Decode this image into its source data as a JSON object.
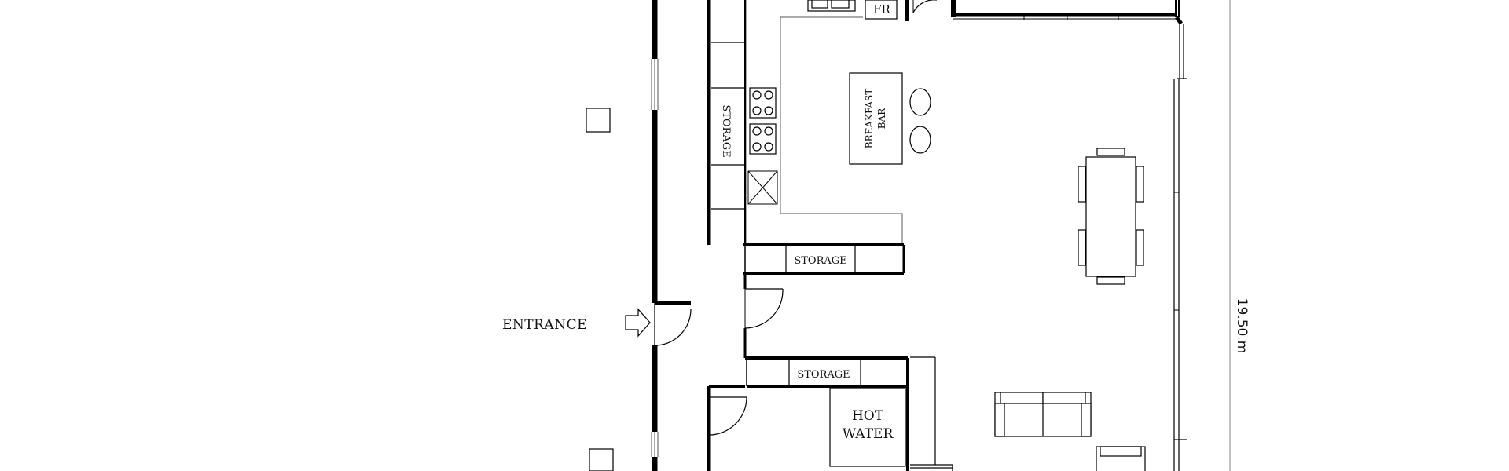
{
  "plan": {
    "labels": {
      "fridge": "FR",
      "storage_vertical": "STORAGE",
      "breakfast_bar_line1": "BREAKFAST",
      "breakfast_bar_line2": "BAR",
      "storage_upper": "STORAGE",
      "storage_lower": "STORAGE",
      "entrance": "ENTRANCE",
      "hot_water_line1": "HOT",
      "hot_water_line2": "WATER",
      "dimension": "19.50 m"
    }
  }
}
